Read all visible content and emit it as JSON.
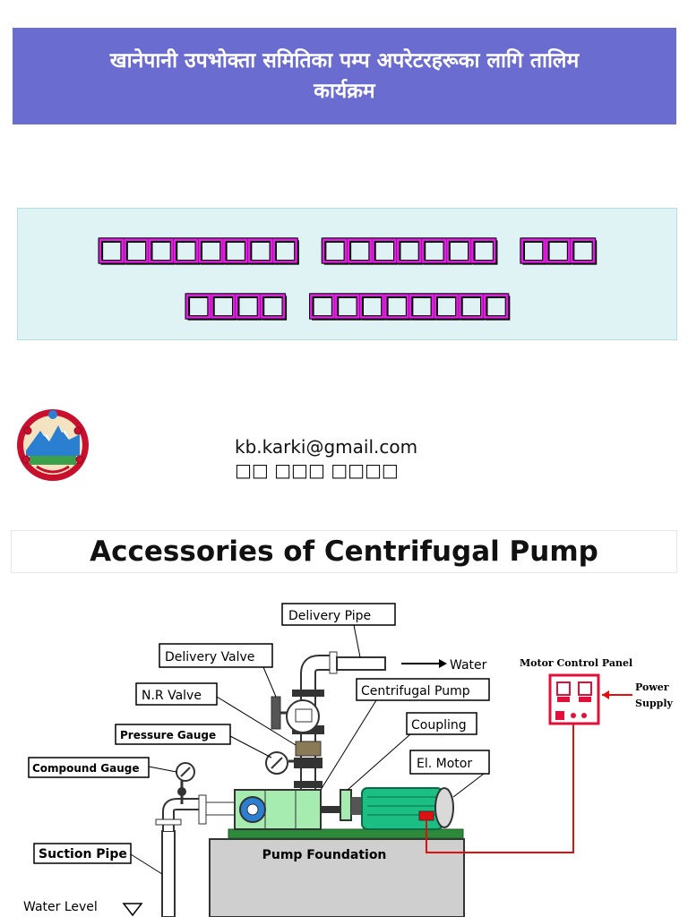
{
  "banner": {
    "line1": "खानेपानी उपभोक्ता समितिका पम्प अपरेटरहरूका लागि तालिम",
    "line2": "कार्यक्रम"
  },
  "title": {
    "line1": "□□□□□□□□ □□□□□□□ □□□",
    "line2": "□□□□ □□□□□□□□"
  },
  "contact": {
    "email": "kb.karki@gmail.com",
    "name": "□□ □□□ □□□□"
  },
  "section": {
    "heading": "Accessories of Centrifugal Pump"
  },
  "diagram": {
    "delivery_pipe": "Delivery Pipe",
    "water": "Water",
    "delivery_valve": "Delivery Valve",
    "nr_valve": "N.R Valve",
    "centrifugal_pump": "Centrifugal Pump",
    "coupling": "Coupling",
    "pressure_gauge": "Pressure Gauge",
    "el_motor": "El. Motor",
    "compound_gauge": "Compound Gauge",
    "suction_pipe": "Suction Pipe",
    "pump_foundation": "Pump Foundation",
    "water_level": "Water Level",
    "motor_control_panel": "Motor Control Panel",
    "power": "Power",
    "supply": "Supply"
  },
  "colors": {
    "banner_bg": "#6b6ccf",
    "title_bg": "#dff2f4",
    "title_text": "#e020e0",
    "pump_green": "#a6ecb0",
    "panel_red": "#e0103a",
    "wire_red": "#e01010"
  }
}
